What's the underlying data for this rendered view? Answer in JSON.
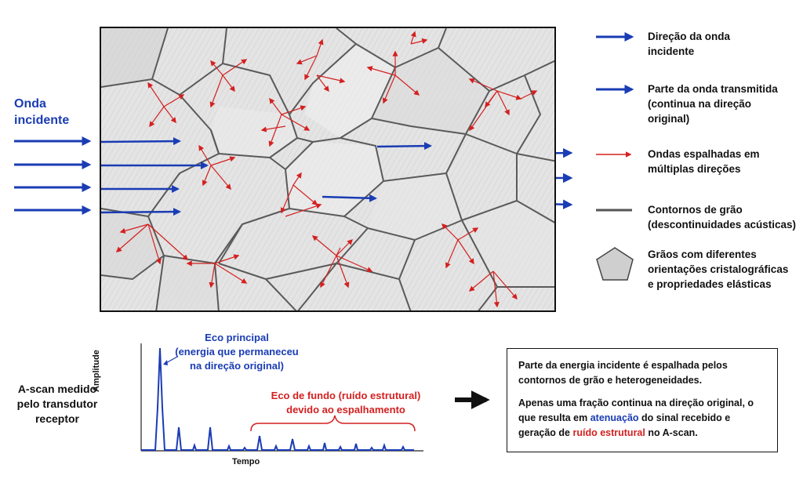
{
  "onda": {
    "label_line1": "Onda",
    "label_line2": "incidente"
  },
  "legend": {
    "items": [
      {
        "lines": [
          "Direção da onda",
          "incidente"
        ]
      },
      {
        "lines": [
          "Parte da onda transmitida",
          "(continua na direção",
          "original)"
        ]
      },
      {
        "lines": [
          "Ondas espalhadas em",
          "múltiplas direções"
        ]
      },
      {
        "lines": [
          "Contornos de grão",
          "(descontinuidades acústicas)"
        ]
      },
      {
        "lines": [
          "Grãos com diferentes",
          "orientações cristalográficas",
          "e propriedades elásticas"
        ]
      }
    ]
  },
  "ascan": {
    "side_label": [
      "A-scan medido",
      "pelo transdutor",
      "receptor"
    ],
    "eco_principal": [
      "Eco principal",
      "(energia que permaneceu",
      "na direção original)"
    ],
    "eco_fundo": [
      "Eco de fundo (ruído estrutural)",
      "devido ao espalhamento"
    ],
    "ylabel": "Amplitude",
    "xlabel": "Tempo"
  },
  "info": {
    "p1": "Parte da energia incidente é espalhada pelos contornos de grão e heterogeneidades.",
    "p2_a": "Apenas uma fração continua na direção original, o que resulta em ",
    "p2_atenuacao": "atenuação",
    "p2_b": " do sinal recebido e geração de ",
    "p2_ruido": "ruído estrutural",
    "p2_c": " no A-scan."
  },
  "colors": {
    "blue": "#1a3cb4",
    "red": "#d42020",
    "grain_boundary": "#555555"
  }
}
